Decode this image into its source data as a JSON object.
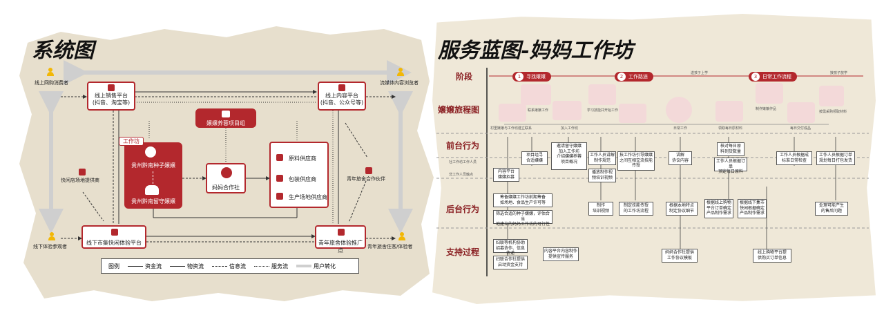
{
  "left": {
    "title": "系统图",
    "nodes": {
      "online_consumer": "线上网购消费者",
      "media_viewer": "流媒体内容浏览者",
      "online_sales": "线上销售平台\n(抖音、淘宝等)",
      "online_content": "线上内容平台\n(抖音、公众号等)",
      "project_group": "嬢嬢养蓉项目组",
      "workshop_tag": "工作坊",
      "seed_mama": "贵州黔南种子嬢嬢",
      "left_behind_mama": "贵州黔南留守嬢嬢",
      "coop": "妈妈合作社",
      "material_supplier": "原料供应商",
      "package_supplier": "包装供应商",
      "venue_supplier": "生产场地供应商",
      "idle_shop": "快闲店场地提供商",
      "youth_hostel_coop": "青年旅舍合作伙伴",
      "offline_visitor": "线下体验参观者",
      "offline_market": "线下市集快闲体验平台",
      "hostel_spot": "青年旅舍体验推广点",
      "hostel_guest": "青年旅舍住客/体验者"
    },
    "legend": {
      "title": "图例",
      "money": "资金流",
      "goods": "物资流",
      "info": "信息流",
      "service": "服务流",
      "user": "用户转化"
    }
  },
  "right": {
    "title": "服务蓝图-妈妈工作坊",
    "rows": {
      "stage": "阶段",
      "journey": "嬢嬢旅程图",
      "front": "前台行为",
      "back": "后台行为",
      "support": "支持过程"
    },
    "lane_notes": {
      "line1": "社工作坊工作人员",
      "line2": "非工作人员触点"
    },
    "stages": [
      {
        "num": "1",
        "label": "寻找嬢嬢"
      },
      {
        "num": "2",
        "label": "工作路途"
      },
      {
        "num": "3",
        "label": "日常工作流程"
      }
    ],
    "stage_notes": {
      "a": "送孩子上学",
      "b": "接孩子放学"
    },
    "journey_captions": [
      "村里嬢嬢与工作坊建立联系",
      "联系嬢嬢工作",
      "加入工作坊",
      "学习技能并开始工作",
      "日常工作",
      "领取每日原材料",
      "制作嬢嬢作品",
      "每日交付成品",
      "按需采购领取材料"
    ],
    "front_notes": [
      "内容平台\n嬢嬢招募",
      "项目组寻\n合适嬢嬢",
      "邀请留守嬢嬢\n加入工作坊\n介绍嬢嬢养蓉\n项目概况",
      "工作人员讲解\n制作规范",
      "技工作坊引导嬢嬢\n之间互相交流技能\n传授",
      "讲解\n协议内容",
      "核对每日原\n料到货数量",
      "工作人员根据订单\n预定每日原料",
      "工作人员根据成\n标准日常检查",
      "工作人员根据订单\n规划每日打包发货"
    ],
    "front_notes_2": [
      "播放制作视\n频培训视频"
    ],
    "back_notes": [
      "筹备嬢嬢工作坊前期筹备\n如场地、食品生产许可等",
      "筛选合适的种子嬢嬢，评估合当\n地建立的妈妈工作坊的可行性",
      "制作\n培训视频",
      "制定技能传授\n的工作坊流程",
      "根据本地特点\n制定协议细节",
      "根据线上购物\n平台订单确定\n产品制作需求",
      "根据线下集市\n快闲根据确定\n产品制作需求",
      "处理可能产生\n的售后问题"
    ],
    "support_notes": [
      "妇联等机构协助\n招募协作、信息传递",
      "妇联合作社提供\n启动资金支持",
      "内容平台内容制作\n提供宣传服务",
      "妈妈合作社提供\n工作协议模板",
      "线上购物平台提\n供购买订单信息"
    ]
  }
}
